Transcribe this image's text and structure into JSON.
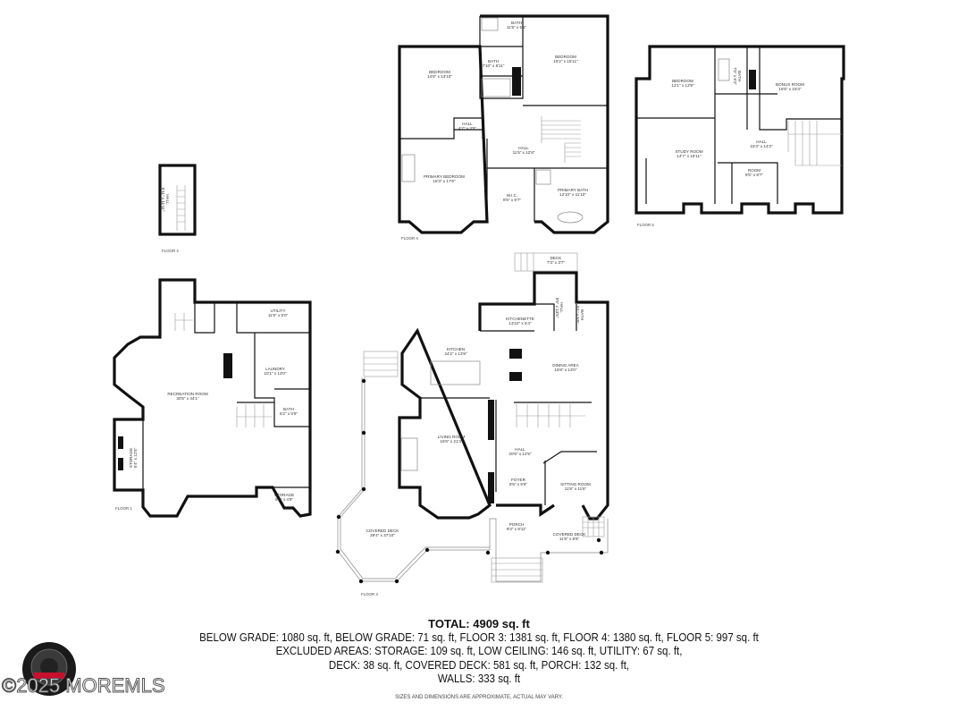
{
  "floors": {
    "floor4": {
      "label": "FLOOR 4",
      "rooms": [
        {
          "name": "BATH",
          "dims": "11'5\" x 5'1\""
        },
        {
          "name": "BEDROOM",
          "dims": "15'2\" x 15'11\""
        },
        {
          "name": "BATH",
          "dims": "7'10\" x 8'11\""
        },
        {
          "name": "BEDROOM",
          "dims": "14'6\" x 13'10\""
        },
        {
          "name": "HALL",
          "dims": "4'7\" x 3'5\""
        },
        {
          "name": "HALL",
          "dims": "11'5\" x 12'8\""
        },
        {
          "name": "PRIMARY BEDROOM",
          "dims": "16'3\" x 17'6\""
        },
        {
          "name": "W.I.C.",
          "dims": "8'5\" x 9'7\""
        },
        {
          "name": "PRIMARY BATH",
          "dims": "12'10\" x 11'10\""
        }
      ]
    },
    "floor5": {
      "label": "FLOOR 5",
      "rooms": [
        {
          "name": "BEDROOM",
          "dims": "12'1\" x 13'9\""
        },
        {
          "name": "BATH",
          "dims": "7'0\" x 8'2\""
        },
        {
          "name": "BONUS ROOM",
          "dims": "15'5\" x 15'4\""
        },
        {
          "name": "HALL",
          "dims": "15'4\" x 14'3\""
        },
        {
          "name": "STUDY ROOM",
          "dims": "14'7\" x 16'11\""
        },
        {
          "name": "ROOM",
          "dims": "8'5\" x 8'7\""
        }
      ]
    },
    "floor2": {
      "label": "FLOOR 2",
      "rooms": [
        {
          "name": "HALL",
          "dims": "5'11\" x 11'11\""
        }
      ]
    },
    "floor1": {
      "label": "FLOOR 1",
      "rooms": [
        {
          "name": "UTILITY",
          "dims": "11'5\" x 5'0\""
        },
        {
          "name": "LAUNDRY",
          "dims": "10'1\" x 13'0\""
        },
        {
          "name": "RECREATION ROOM",
          "dims": "30'5\" x 44'1\""
        },
        {
          "name": "BATH",
          "dims": "6'2\" x 5'9\""
        },
        {
          "name": "STORAGE",
          "dims": "5'4\" x 12'8\""
        },
        {
          "name": "STORAGE",
          "dims": "9'7\" x 4'9\""
        }
      ]
    },
    "floor3": {
      "label": "FLOOR 3",
      "rooms": [
        {
          "name": "DECK",
          "dims": "7'3\" x 3'7\""
        },
        {
          "name": "HALL",
          "dims": "5'5\" x 13'5\""
        },
        {
          "name": "BATH",
          "dims": "5'1\" x 5'5\""
        },
        {
          "name": "KITCHENETTE",
          "dims": "13'10\" x 5'4\""
        },
        {
          "name": "KITCHEN",
          "dims": "24'2\" x 13'8\""
        },
        {
          "name": "DINING AREA",
          "dims": "15'8\" x 13'0\""
        },
        {
          "name": "LIVING ROOM",
          "dims": "16'6\" x 21'3\""
        },
        {
          "name": "HALL",
          "dims": "20'6\" x 12'5\""
        },
        {
          "name": "FOYER",
          "dims": "8'6\" x 6'5\""
        },
        {
          "name": "SITTING ROOM",
          "dims": "11'8\" x 11'6\""
        },
        {
          "name": "PORCH",
          "dims": "9'3\" x 9'11\""
        },
        {
          "name": "COVERED DECK",
          "dims": "29'4\" x 37'10\""
        },
        {
          "name": "COVERED DECK",
          "dims": "11'6\" x 8'6\""
        }
      ]
    }
  },
  "summary": {
    "total": "TOTAL: 4909 sq. ft",
    "line1": "BELOW GRADE: 1080 sq. ft, BELOW GRADE: 71 sq. ft, FLOOR 3: 1381 sq. ft, FLOOR 4: 1380 sq. ft, FLOOR 5: 997 sq. ft",
    "line2": "EXCLUDED AREAS: STORAGE: 109 sq. ft, LOW CEILING: 146 sq. ft, UTILITY: 67 sq. ft,",
    "line3": "DECK: 38 sq. ft, COVERED DECK: 581 sq. ft, PORCH: 132 sq. ft,",
    "line4": "WALLS: 333 sq. ft",
    "disclaimer": "SIZES AND DIMENSIONS ARE APPROXIMATE, ACTUAL MAY VARY."
  },
  "watermark": {
    "text": "©2025 MOREMLS",
    "accent": "#c8102e"
  },
  "colors": {
    "wall": "#111111",
    "background": "#ffffff"
  }
}
